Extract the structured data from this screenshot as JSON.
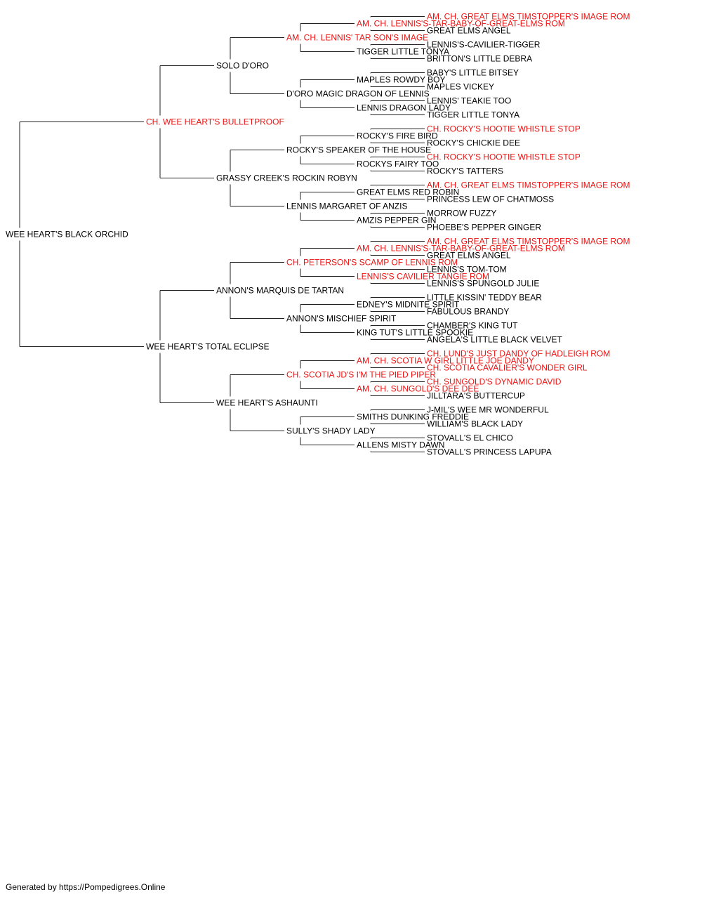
{
  "colors": {
    "champion": "#ee1111",
    "normal": "#000000",
    "line": "#222222"
  },
  "pedigree": {
    "name": "WEE HEART'S BLACK ORCHID",
    "champion": false,
    "sire": {
      "name": "CH. WEE HEART'S BULLETPROOF",
      "champion": true,
      "sire": {
        "name": "SOLO D'ORO",
        "champion": false,
        "sire": {
          "name": "AM. CH. LENNIS' TAR SON'S IMAGE",
          "champion": true,
          "sire": {
            "name": "AM. CH. LENNIS'S-TAR-BABY-OF-GREAT-ELMS ROM",
            "champion": true,
            "sire": {
              "name": "AM. CH. GREAT ELMS TIMSTOPPER'S IMAGE ROM",
              "champion": true
            },
            "dam": {
              "name": "GREAT ELMS ANGEL",
              "champion": false
            }
          },
          "dam": {
            "name": "TIGGER LITTLE TONYA",
            "champion": false,
            "sire": {
              "name": "LENNIS'S-CAVILIER-TIGGER",
              "champion": false
            },
            "dam": {
              "name": "BRITTON'S LITTLE DEBRA",
              "champion": false
            }
          }
        },
        "dam": {
          "name": "D'ORO MAGIC DRAGON OF LENNIS",
          "champion": false,
          "sire": {
            "name": "MAPLES ROWDY BOY",
            "champion": false,
            "sire": {
              "name": "BABY'S LITTLE BITSEY",
              "champion": false
            },
            "dam": {
              "name": "MAPLES VICKEY",
              "champion": false
            }
          },
          "dam": {
            "name": "LENNIS DRAGON LADY",
            "champion": false,
            "sire": {
              "name": "LENNIS' TEAKIE TOO",
              "champion": false
            },
            "dam": {
              "name": "TIGGER LITTLE TONYA",
              "champion": false
            }
          }
        }
      },
      "dam": {
        "name": "GRASSY CREEK'S ROCKIN ROBYN",
        "champion": false,
        "sire": {
          "name": "ROCKY'S SPEAKER OF THE HOUSE",
          "champion": false,
          "sire": {
            "name": "ROCKY'S FIRE BIRD",
            "champion": false,
            "sire": {
              "name": "CH. ROCKY'S HOOTIE WHISTLE STOP",
              "champion": true
            },
            "dam": {
              "name": "ROCKY'S CHICKIE DEE",
              "champion": false
            }
          },
          "dam": {
            "name": "ROCKYS FAIRY TOO",
            "champion": false,
            "sire": {
              "name": "CH. ROCKY'S HOOTIE WHISTLE STOP",
              "champion": true
            },
            "dam": {
              "name": "ROCKY'S TATTERS",
              "champion": false
            }
          }
        },
        "dam": {
          "name": "LENNIS MARGARET OF ANZIS",
          "champion": false,
          "sire": {
            "name": "GREAT ELMS RED ROBIN",
            "champion": false,
            "sire": {
              "name": "AM. CH. GREAT ELMS TIMSTOPPER'S IMAGE ROM",
              "champion": true
            },
            "dam": {
              "name": "PRINCESS LEW OF CHATMOSS",
              "champion": false
            }
          },
          "dam": {
            "name": "AMZIS PEPPER GIN",
            "champion": false,
            "sire": {
              "name": "MORROW FUZZY",
              "champion": false
            },
            "dam": {
              "name": "PHOEBE'S PEPPER GINGER",
              "champion": false
            }
          }
        }
      }
    },
    "dam": {
      "name": "WEE HEART'S TOTAL ECLIPSE",
      "champion": false,
      "sire": {
        "name": "ANNON'S MARQUIS DE TARTAN",
        "champion": false,
        "sire": {
          "name": "CH. PETERSON'S SCAMP OF LENNIS ROM",
          "champion": true,
          "sire": {
            "name": "AM. CH. LENNIS'S-TAR-BABY-OF-GREAT-ELMS ROM",
            "champion": true,
            "sire": {
              "name": "AM. CH. GREAT ELMS TIMSTOPPER'S IMAGE ROM",
              "champion": true
            },
            "dam": {
              "name": "GREAT ELMS ANGEL",
              "champion": false
            }
          },
          "dam": {
            "name": "LENNIS'S CAVILIER TANGIE ROM",
            "champion": true,
            "sire": {
              "name": "LENNIS'S TOM-TOM",
              "champion": false
            },
            "dam": {
              "name": "LENNIS'S SPUNGOLD JULIE",
              "champion": false
            }
          }
        },
        "dam": {
          "name": "ANNON'S MISCHIEF SPIRIT",
          "champion": false,
          "sire": {
            "name": "EDNEY'S MIDNITE SPIRIT",
            "champion": false,
            "sire": {
              "name": "LITTLE KISSIN' TEDDY BEAR",
              "champion": false
            },
            "dam": {
              "name": "FABULOUS BRANDY",
              "champion": false
            }
          },
          "dam": {
            "name": "KING TUT'S LITTLE SPOOKIE",
            "champion": false,
            "sire": {
              "name": "CHAMBER'S KING TUT",
              "champion": false
            },
            "dam": {
              "name": "ANGELA'S LITTLE BLACK VELVET",
              "champion": false
            }
          }
        }
      },
      "dam": {
        "name": "WEE HEART'S ASHAUNTI",
        "champion": false,
        "sire": {
          "name": "CH. SCOTIA JD'S I'M THE PIED PIPER",
          "champion": true,
          "sire": {
            "name": "AM. CH. SCOTIA W GIRL LITTLE JOE DANDY",
            "champion": true,
            "sire": {
              "name": "CH. LUND'S JUST DANDY OF HADLEIGH ROM",
              "champion": true
            },
            "dam": {
              "name": "CH. SCOTIA CAVALIER'S WONDER GIRL",
              "champion": true
            }
          },
          "dam": {
            "name": "AM. CH. SUNGOLD'S DEE DEE",
            "champion": true,
            "sire": {
              "name": "CH. SUNGOLD'S DYNAMIC DAVID",
              "champion": true
            },
            "dam": {
              "name": "JILLTARA'S BUTTERCUP",
              "champion": false
            }
          }
        },
        "dam": {
          "name": "SULLY'S SHADY LADY",
          "champion": false,
          "sire": {
            "name": "SMITHS DUNKING FREDDIE",
            "champion": false,
            "sire": {
              "name": "J-MIL'S WEE MR WONDERFUL",
              "champion": false
            },
            "dam": {
              "name": "WILLIAM'S BLACK LADY",
              "champion": false
            }
          },
          "dam": {
            "name": "ALLENS MISTY DAWN",
            "champion": false,
            "sire": {
              "name": "STOVALL'S EL CHICO",
              "champion": false
            },
            "dam": {
              "name": "STOVALL'S PRINCESS LAPUPA",
              "champion": false
            }
          }
        }
      }
    }
  },
  "footer": "Generated by https://Pompedigrees.Online"
}
